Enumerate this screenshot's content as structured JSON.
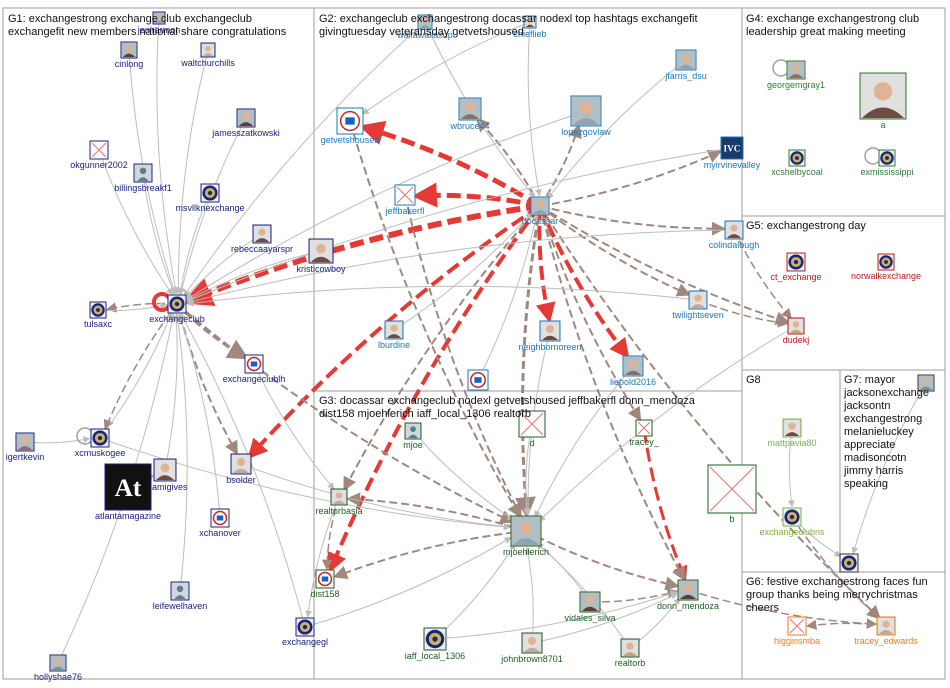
{
  "colors": {
    "g1": "#1a237e",
    "g2": "#1f77b4",
    "g3": "#1b5e20",
    "g4": "#2e7d32",
    "g5": "#b71c1c",
    "g6": "#e67e22",
    "g7": "#333333",
    "g8": "#7cb342",
    "edge_red": "#e53935",
    "edge_brown": "#a1887f",
    "edge_gray": "#bdbdbd",
    "panel_border": "#9e9e9e"
  },
  "groups": [
    {
      "id": "G1",
      "lines": [
        "G1: exchangestrong exchange club exchangeclub",
        "exchangefit new members national share congratulations"
      ]
    },
    {
      "id": "G2",
      "lines": [
        "G2: exchangeclub exchangestrong docassar nodexl top hashtags exchangefit",
        "givingtuesday veteransday getvetshoused"
      ]
    },
    {
      "id": "G3",
      "lines": [
        "G3: docassar exchangeclub nodexl getvetshoused jeffbakerfl donn_mendoza",
        "dist158 mjoehlerich iaff_local_1306 realtorb"
      ]
    },
    {
      "id": "G4",
      "lines": [
        "G4: exchange exchangestrong club",
        "leadership great making meeting"
      ]
    },
    {
      "id": "G5",
      "lines": [
        "G5: exchangestrong day"
      ]
    },
    {
      "id": "G6",
      "lines": [
        "G6: festive exchangestrong faces fun",
        "group thanks being merrychristmas",
        "cheers"
      ]
    },
    {
      "id": "G7",
      "lines": [
        "G7: mayor",
        "jacksonexchange",
        "jacksontn",
        "exchangestrong",
        "melanieluckey",
        "appreciate",
        "madisoncotn",
        "jimmy harris",
        "speaking"
      ]
    },
    {
      "id": "G8",
      "lines": [
        "G8"
      ]
    }
  ],
  "nodes": [
    {
      "id": "jenharmon",
      "label": "jenharmon",
      "group": "g1",
      "icon": "person-icon"
    },
    {
      "id": "cinlong",
      "label": "cinlong",
      "group": "g1",
      "icon": "person-icon"
    },
    {
      "id": "waltchurchills",
      "label": "waltchurchills",
      "group": "g1",
      "icon": "person-icon"
    },
    {
      "id": "jamesszatkowski",
      "label": "jamesszatkowski",
      "group": "g1",
      "icon": "person-icon"
    },
    {
      "id": "okgunner2002",
      "label": "okgunner2002",
      "group": "g1",
      "icon": "missing-image-icon"
    },
    {
      "id": "billingsbreakf1",
      "label": "billingsbreakf1",
      "group": "g1",
      "icon": "default-avatar-icon"
    },
    {
      "id": "msvllknexchange",
      "label": "msvllknexchange",
      "group": "g1",
      "icon": "seal-icon"
    },
    {
      "id": "rebeccaayarspr",
      "label": "rebeccaayarspr",
      "group": "g1",
      "icon": "person-icon"
    },
    {
      "id": "kristicowboy",
      "label": "kristicowboy",
      "group": "g1",
      "icon": "person-icon"
    },
    {
      "id": "exchangeclub",
      "label": "exchangeclub",
      "group": "g1",
      "icon": "seal-icon"
    },
    {
      "id": "tulsaxc",
      "label": "tulsaxc",
      "group": "g1",
      "icon": "seal-icon"
    },
    {
      "id": "exchangeclublh",
      "label": "exchangeclublh",
      "group": "g1",
      "icon": "logo-icon"
    },
    {
      "id": "igertkevin",
      "label": "igertkevin",
      "group": "g1",
      "icon": "person-icon"
    },
    {
      "id": "xcmuskogee",
      "label": "xcmuskogee",
      "group": "g1",
      "icon": "seal-icon"
    },
    {
      "id": "miamigives",
      "label": "miamigives",
      "group": "g1",
      "icon": "person-icon"
    },
    {
      "id": "atlantamagazine",
      "label": "atlantamagazine",
      "group": "g1",
      "icon": "magazine-logo-icon",
      "logo_text": "At"
    },
    {
      "id": "bsolder",
      "label": "bsolder",
      "group": "g1",
      "icon": "person-icon"
    },
    {
      "id": "xchanover",
      "label": "xchanover",
      "group": "g1",
      "icon": "logo-icon"
    },
    {
      "id": "leifewelhaven",
      "label": "leifewelhaven",
      "group": "g1",
      "icon": "default-avatar-icon"
    },
    {
      "id": "exchangegl",
      "label": "exchangegl",
      "group": "g1",
      "icon": "seal-icon"
    },
    {
      "id": "hollyshae76",
      "label": "hollyshae76",
      "group": "g1",
      "icon": "person-icon"
    },
    {
      "id": "wallawallasup",
      "label": "wallawallasup",
      "group": "g2",
      "icon": "person-icon"
    },
    {
      "id": "chieflieb",
      "label": "chieflieb",
      "group": "g2",
      "icon": "person-icon"
    },
    {
      "id": "jfarris_dsu",
      "label": "jfarris_dsu",
      "group": "g2",
      "icon": "person-icon"
    },
    {
      "id": "getvetshoused",
      "label": "getvetshoused",
      "group": "g2",
      "icon": "logo-icon"
    },
    {
      "id": "wbruce44",
      "label": "wbruce44",
      "group": "g2",
      "icon": "person-icon"
    },
    {
      "id": "lopezgovlaw",
      "label": "lopezgovlaw",
      "group": "g2",
      "icon": "person-icon"
    },
    {
      "id": "myirvinevalley",
      "label": "myirvinevalley",
      "group": "g2",
      "icon": "ivc-logo-icon",
      "logo_text": "IVC"
    },
    {
      "id": "jeffbakerfl",
      "label": "jeffbakerfl",
      "group": "g2",
      "icon": "missing-image-icon"
    },
    {
      "id": "docassar",
      "label": "docassar",
      "group": "g2",
      "icon": "person-icon"
    },
    {
      "id": "colindalough",
      "label": "colindalough",
      "group": "g2",
      "icon": "person-icon"
    },
    {
      "id": "twilightseven",
      "label": "twilightseven",
      "group": "g2",
      "icon": "person-icon"
    },
    {
      "id": "lburdine",
      "label": "lburdine",
      "group": "g2",
      "icon": "person-icon"
    },
    {
      "id": "neighbornoreen",
      "label": "neighbornoreen",
      "group": "g2",
      "icon": "person-icon"
    },
    {
      "id": "liebold2016",
      "label": "liebold2016",
      "group": "g2",
      "icon": "person-icon"
    },
    {
      "id": "cbd",
      "label": "",
      "group": "g2",
      "icon": "logo-icon"
    },
    {
      "id": "mjoe",
      "label": "mjoe",
      "group": "g3",
      "icon": "default-avatar-icon"
    },
    {
      "id": "d",
      "label": "d",
      "group": "g3",
      "icon": "missing-image-icon"
    },
    {
      "id": "tracey_",
      "label": "tracey_",
      "group": "g3",
      "icon": "missing-image-icon"
    },
    {
      "id": "realtorbasia",
      "label": "realtorbasia",
      "group": "g3",
      "icon": "person-icon"
    },
    {
      "id": "mjoehlerich",
      "label": "mjoehlerich",
      "group": "g3",
      "icon": "person-icon"
    },
    {
      "id": "dist158",
      "label": "dist158",
      "group": "g3",
      "icon": "logo-icon"
    },
    {
      "id": "b",
      "label": "b",
      "group": "g3",
      "icon": "missing-image-icon"
    },
    {
      "id": "donn_mendoza",
      "label": "donn_mendoza",
      "group": "g3",
      "icon": "person-icon"
    },
    {
      "id": "vidales_silva",
      "label": "vidales_silva",
      "group": "g3",
      "icon": "person-icon"
    },
    {
      "id": "iaff_local_1306",
      "label": "iaff_local_1306",
      "group": "g3",
      "icon": "seal-icon"
    },
    {
      "id": "johnbrown8701",
      "label": "johnbrown8701",
      "group": "g3",
      "icon": "person-icon"
    },
    {
      "id": "realtorb",
      "label": "realtorb",
      "group": "g3",
      "icon": "person-icon"
    },
    {
      "id": "georgemgray1",
      "label": "georgemgray1",
      "group": "g4",
      "icon": "person-icon"
    },
    {
      "id": "a",
      "label": "a",
      "group": "g4",
      "icon": "person-icon"
    },
    {
      "id": "xcshelbycoal",
      "label": "xcshelbycoal",
      "group": "g4",
      "icon": "seal-icon"
    },
    {
      "id": "exmississippi",
      "label": "exmississippi",
      "group": "g4",
      "icon": "seal-icon"
    },
    {
      "id": "ct_exchange",
      "label": "ct_exchange",
      "group": "g5",
      "icon": "seal-icon"
    },
    {
      "id": "norwalkexchange",
      "label": "norwalkexchange",
      "group": "g5",
      "icon": "seal-icon"
    },
    {
      "id": "dudekj",
      "label": "dudekj",
      "group": "g5",
      "icon": "person-icon"
    },
    {
      "id": "mattpavia80",
      "label": "mattpavia80",
      "group": "g8",
      "icon": "person-icon"
    },
    {
      "id": "exchangeclubns",
      "label": "exchangeclubns",
      "group": "g8",
      "icon": "seal-icon"
    },
    {
      "id": "higginsmba",
      "label": "higginsmba",
      "group": "g6",
      "icon": "missing-image-icon"
    },
    {
      "id": "tracey_edwards",
      "label": "tracey_edwards",
      "group": "g6",
      "icon": "person-icon"
    },
    {
      "id": "g7node",
      "label": "",
      "group": "g7",
      "icon": "person-icon"
    },
    {
      "id": "g7seal",
      "label": "",
      "group": "g7",
      "icon": "seal-icon"
    }
  ]
}
